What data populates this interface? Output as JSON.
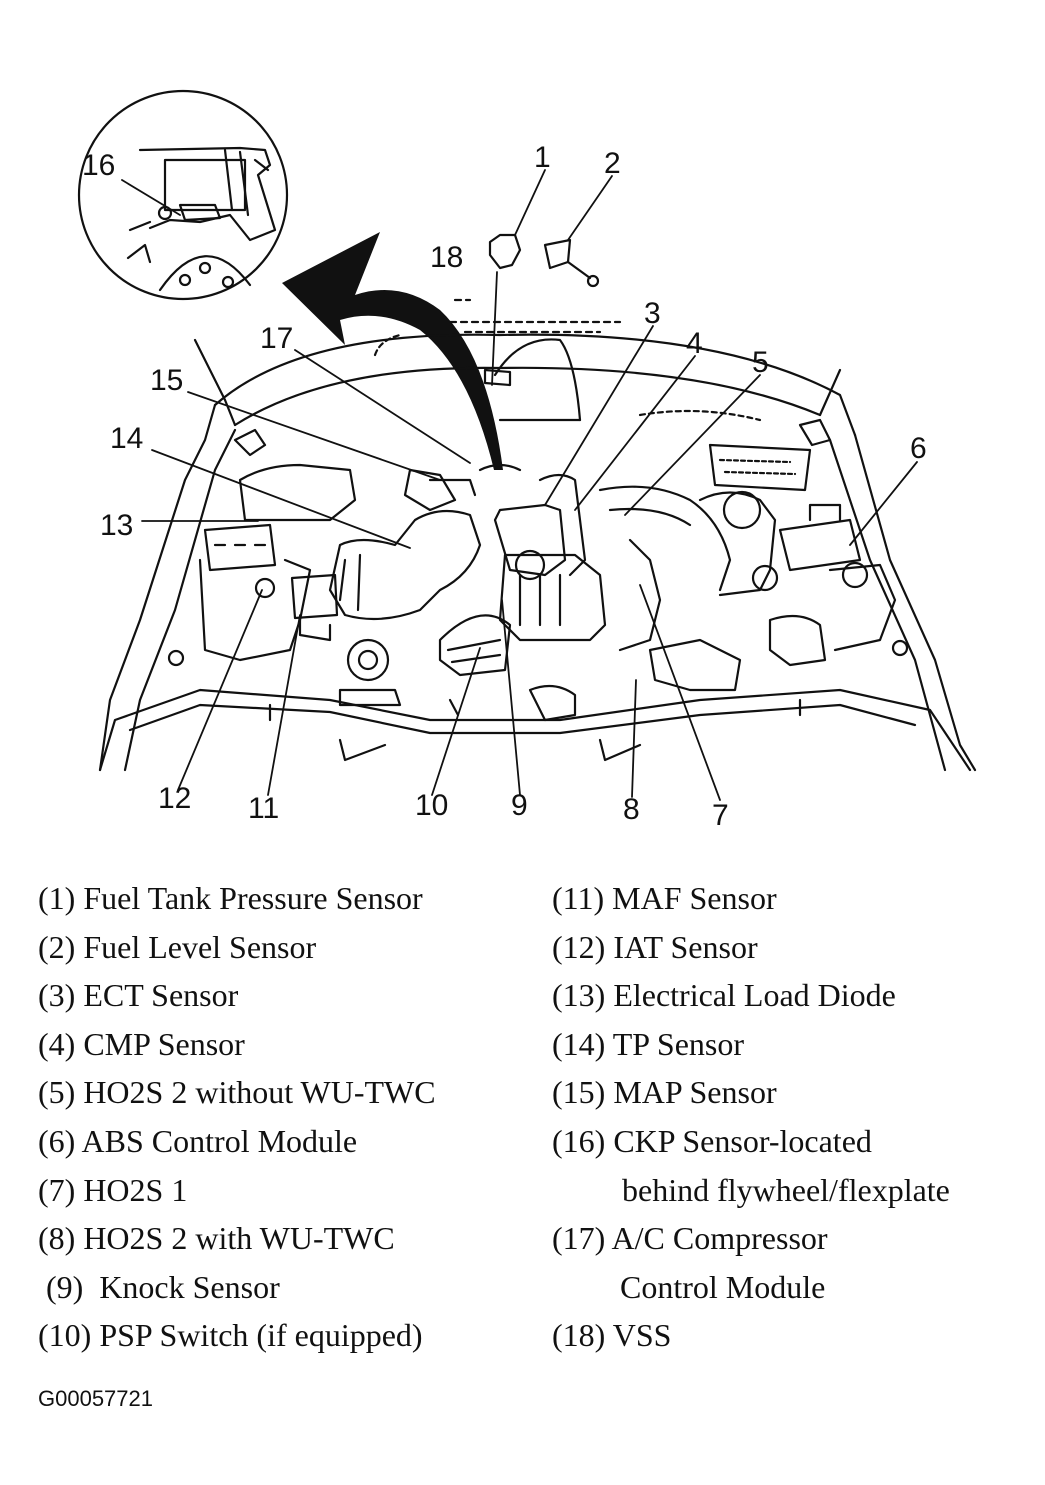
{
  "callouts": [
    "1",
    "2",
    "3",
    "4",
    "5",
    "6",
    "7",
    "8",
    "9",
    "10",
    "11",
    "12",
    "13",
    "14",
    "15",
    "16",
    "17",
    "18"
  ],
  "legend_left": [
    "(1)  Fuel Tank Pressure Sensor",
    "(2)  Fuel Level Sensor",
    "(3)  ECT Sensor",
    "(4)  CMP Sensor",
    "(5)  HO2S 2 without WU-TWC",
    "(6)  ABS Control Module",
    "(7)  HO2S 1",
    "(8)  HO2S 2 with WU-TWC",
    " (9)  Knock Sensor",
    "(10) PSP Switch (if equipped)"
  ],
  "legend_right": [
    "(11) MAF Sensor",
    "(12) IAT Sensor",
    "(13) Electrical Load Diode",
    "(14) TP Sensor",
    "(15) MAP Sensor",
    "(16)  CKP Sensor-located",
    "behind flywheel/flexplate",
    "(17) A/C Compressor",
    "Control Module",
    "(18) VSS"
  ],
  "figure_code": "G00057721"
}
